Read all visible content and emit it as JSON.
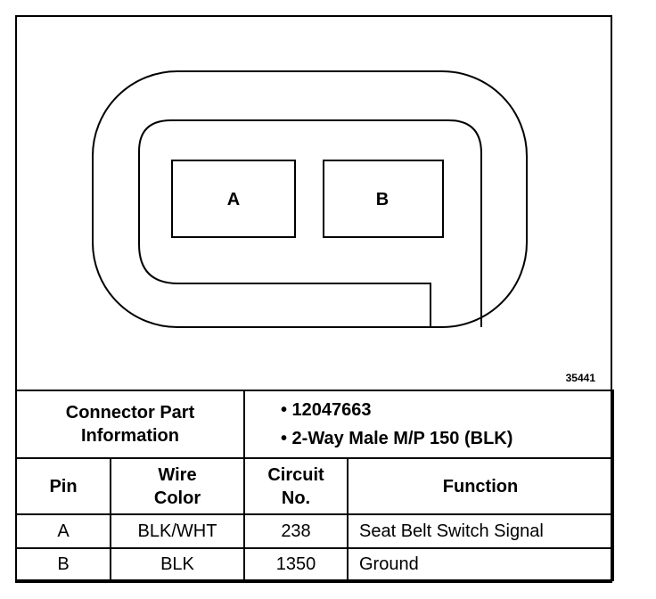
{
  "diagram": {
    "cavities": [
      "A",
      "B"
    ],
    "figure_number": "35441"
  },
  "connector_info": {
    "label_line1": "Connector Part",
    "label_line2": "Information",
    "items": [
      "• 12047663",
      "• 2-Way Male M/P 150 (BLK)"
    ]
  },
  "columns": {
    "pin": "Pin",
    "wire_color_line1": "Wire",
    "wire_color_line2": "Color",
    "circuit_line1": "Circuit",
    "circuit_line2": "No.",
    "function": "Function"
  },
  "rows": [
    {
      "pin": "A",
      "wire_color": "BLK/WHT",
      "circuit": "238",
      "function": "Seat Belt Switch Signal"
    },
    {
      "pin": "B",
      "wire_color": "BLK",
      "circuit": "1350",
      "function": "Ground"
    }
  ]
}
